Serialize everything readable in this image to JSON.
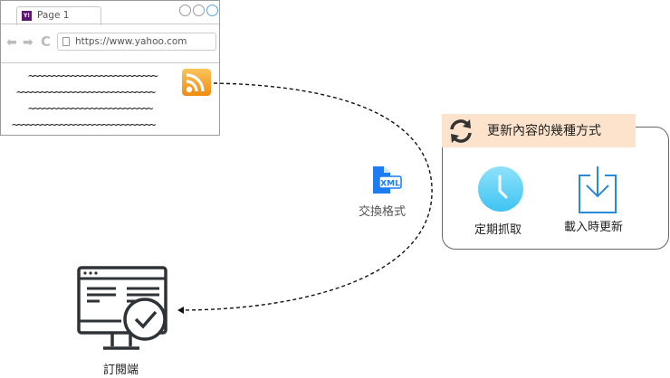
{
  "browser": {
    "tab_title": "Page 1",
    "favicon_text": "Y!",
    "url": "https://www.yahoo.com",
    "window_buttons": [
      "minimize",
      "maximize",
      "close"
    ],
    "content_lines": [
      "~~~~~~~~~~~~~~~~~~~~~~~~~~~",
      "~~~~~~~~~~~~~~~~~~~~~~~~~~~~~",
      "~~~~~~~~~~~~~~~~~~~~~~~~~~",
      "~~~~~~~~~~~~~~~~~~~~~~~~~~~~~~"
    ],
    "rss_icon": "rss-feed-icon"
  },
  "exchange": {
    "icon": "xml-file-icon",
    "icon_text": "XML",
    "label": "交換格式"
  },
  "update_panel": {
    "title": "更新內容的幾種方式",
    "header_icon": "refresh-icon",
    "header_color": "#fde3cb",
    "methods": [
      {
        "label": "定期抓取",
        "icon": "clock-icon",
        "color": "#5ccdf5"
      },
      {
        "label": "載入時更新",
        "icon": "download-icon",
        "color": "#2b8ad8"
      }
    ]
  },
  "subscriber": {
    "label": "訂閱端",
    "icon": "monitor-check-icon"
  },
  "colors": {
    "xml_blue": "#1e7cf2",
    "rss_orange": "#f08a12",
    "dashed_line": "#111111"
  }
}
